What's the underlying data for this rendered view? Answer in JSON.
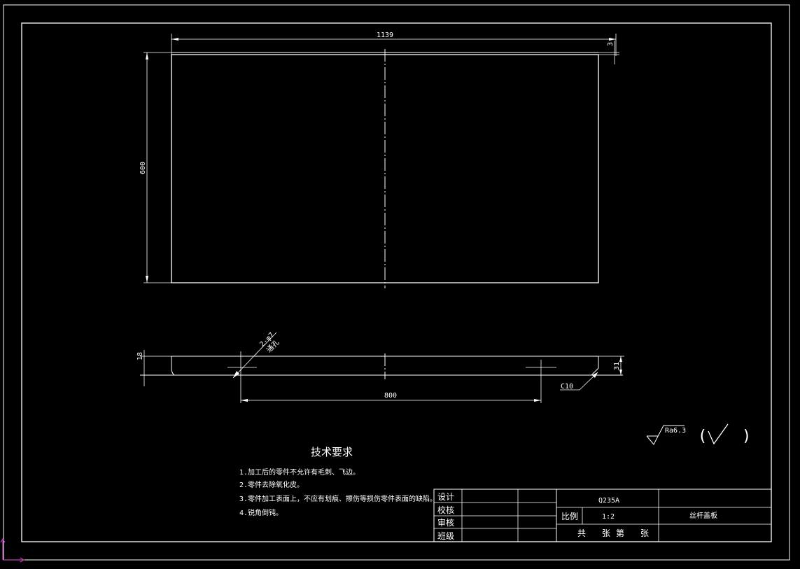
{
  "dimensions": {
    "overall_length": "1139",
    "right_offset": "3",
    "height": "600",
    "side_thickness": "18",
    "side_width": "800",
    "side_right": "31",
    "hole_label_top": "2-φ7",
    "hole_label_bottom": "通孔",
    "chamfer": "C10"
  },
  "roughness": {
    "value": "Ra6.3",
    "bracket_open": "(",
    "bracket_close": ")"
  },
  "tech_requirements": {
    "title": "技术要求",
    "items": [
      "1.加工后的零件不允许有毛刺、飞边。",
      "2.零件去除氧化皮。",
      "3.零件加工表面上，不应有划痕、擦伤等损伤零件表面的缺陷。",
      "4.锐角倒钝。"
    ]
  },
  "title_block": {
    "design": "设计",
    "check": "校核",
    "review": "审核",
    "class": "班级",
    "material": "Q235A",
    "scale_label": "比例",
    "scale_value": "1:2",
    "part_name": "丝杆盖板",
    "sheet_total": "共",
    "sheet_unit1": "张",
    "sheet_index": "第",
    "sheet_unit2": "张"
  },
  "colors": {
    "background": "#000000",
    "lines": "#ffffff",
    "ucs_icon": "#c040c0"
  }
}
